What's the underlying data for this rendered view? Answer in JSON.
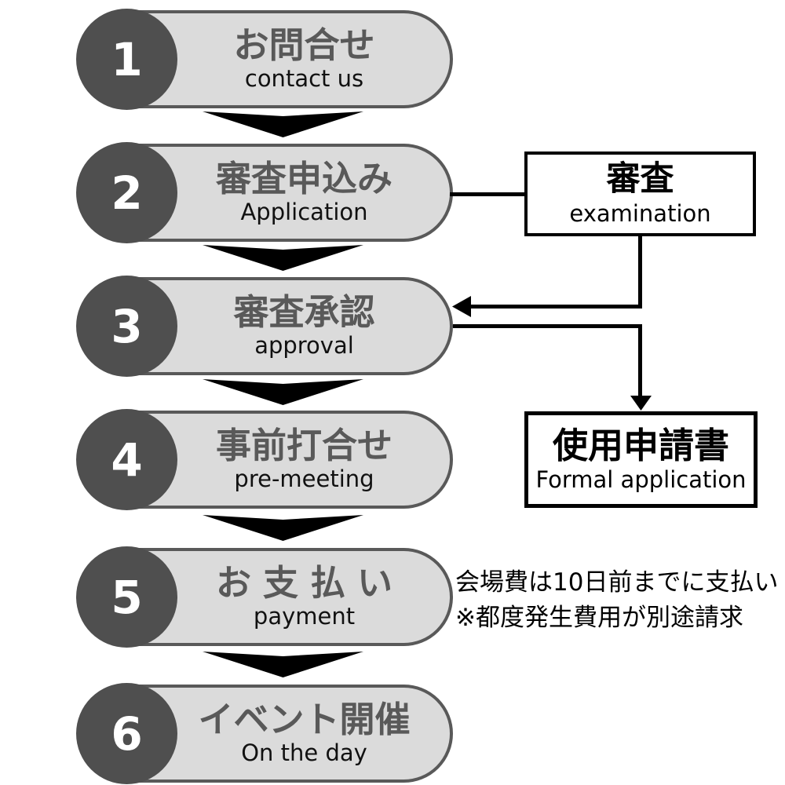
{
  "steps": [
    {
      "num": "1",
      "title": "お問合せ",
      "subtitle": "contact us"
    },
    {
      "num": "2",
      "title": "審査申込み",
      "subtitle": "Application"
    },
    {
      "num": "3",
      "title": "審査承認",
      "subtitle": "approval"
    },
    {
      "num": "4",
      "title": "事前打合せ",
      "subtitle": "pre-meeting"
    },
    {
      "num": "5",
      "title": "お支払い",
      "subtitle": "payment"
    },
    {
      "num": "6",
      "title": "イベント開催",
      "subtitle": "On the day"
    }
  ],
  "side_boxes": [
    {
      "title": "審査",
      "subtitle": "examination"
    },
    {
      "title": "使用申請書",
      "subtitle": "Formal application"
    }
  ],
  "note": {
    "line1": "会場費は10日前までに支払い",
    "line2": "※都度発生費用が別途請求"
  },
  "icons": {
    "flow_arrow": "chevron-down-triangle",
    "connector_arrowheads": [
      "arrow-left",
      "arrow-down"
    ]
  },
  "colors": {
    "step_circle": "#4f4f4f",
    "pill_fill": "#dbdbdb",
    "pill_border": "#595959",
    "title_text": "#595959",
    "subtitle_text": "#111111",
    "number_text": "#ffffff",
    "flow_arrow": "#000000",
    "box_border": "#000000",
    "box_text": "#000000",
    "note_text": "#000000"
  }
}
